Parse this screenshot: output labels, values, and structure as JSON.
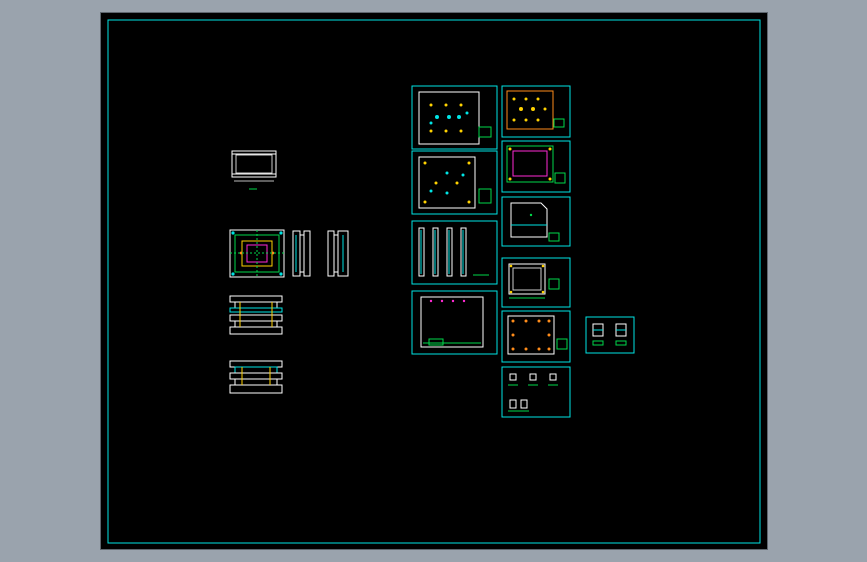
{
  "viewport": {
    "background": "#000000",
    "frame_color": "#00e5e5",
    "outer_background": "#9aa3ad"
  },
  "colors": {
    "cyan": "#00e5e5",
    "white": "#ffffff",
    "yellow": "#ffd200",
    "orange": "#ff8c1a",
    "green": "#00d84a",
    "magenta": "#ff2ad4",
    "blue": "#2e7bff"
  },
  "drawing_groups": [
    "standalone-plate-view",
    "mold-assembly-plan-view",
    "mold-assembly-side-views",
    "mold-assembly-section-views",
    "detail-sheet-1",
    "detail-sheet-2",
    "detail-sheet-3",
    "detail-sheet-4",
    "detail-sheet-5",
    "detail-sheet-6",
    "detail-sheet-7",
    "detail-sheet-8",
    "detail-sheet-9",
    "detail-sheet-10",
    "detail-sheet-11"
  ]
}
